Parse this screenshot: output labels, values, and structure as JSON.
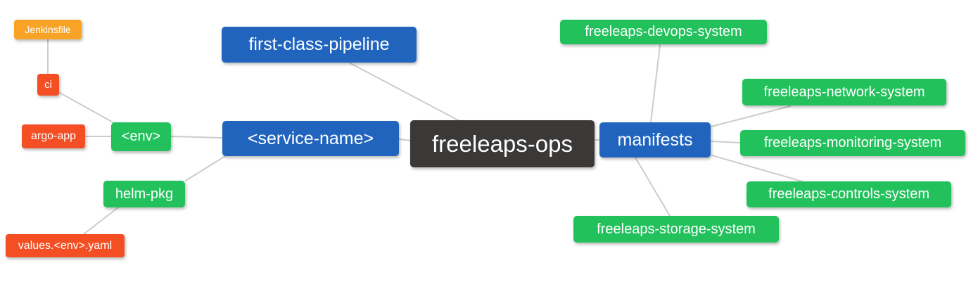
{
  "diagram": {
    "type": "mindmap",
    "colors": {
      "blue": "#2064BE",
      "green": "#22C15C",
      "orange": "#F9A326",
      "red": "#F44E24",
      "dark": "#3B3838",
      "edge": "#CCCCCC",
      "text": "#FFFFFF",
      "background": "#FFFFFF"
    },
    "nodes": {
      "root": {
        "label": "freeleaps-ops"
      },
      "first_class_pipeline": {
        "label": "first-class-pipeline"
      },
      "service_name": {
        "label": "<service-name>"
      },
      "manifests": {
        "label": "manifests"
      },
      "env": {
        "label": "<env>"
      },
      "helm_pkg": {
        "label": "helm-pkg"
      },
      "ci": {
        "label": "ci"
      },
      "jenkinsfile": {
        "label": "Jenkinsfile"
      },
      "argo_app": {
        "label": "argo-app"
      },
      "values_env_yaml": {
        "label": "values.<env>.yaml"
      },
      "devops_system": {
        "label": "freeleaps-devops-system"
      },
      "network_system": {
        "label": "freeleaps-network-system"
      },
      "monitoring_system": {
        "label": "freeleaps-monitoring-system"
      },
      "controls_system": {
        "label": "freeleaps-controls-system"
      },
      "storage_system": {
        "label": "freeleaps-storage-system"
      }
    },
    "edges": [
      [
        "Jenkinsfile",
        "ci"
      ],
      [
        "ci",
        "<env>"
      ],
      [
        "argo-app",
        "<env>"
      ],
      [
        "<env>",
        "<service-name>"
      ],
      [
        "helm-pkg",
        "<service-name>"
      ],
      [
        "values.<env>.yaml",
        "helm-pkg"
      ],
      [
        "first-class-pipeline",
        "freeleaps-ops"
      ],
      [
        "<service-name>",
        "freeleaps-ops"
      ],
      [
        "manifests",
        "freeleaps-ops"
      ],
      [
        "freeleaps-devops-system",
        "manifests"
      ],
      [
        "freeleaps-network-system",
        "manifests"
      ],
      [
        "freeleaps-monitoring-system",
        "manifests"
      ],
      [
        "freeleaps-controls-system",
        "manifests"
      ],
      [
        "freeleaps-storage-system",
        "manifests"
      ]
    ]
  }
}
